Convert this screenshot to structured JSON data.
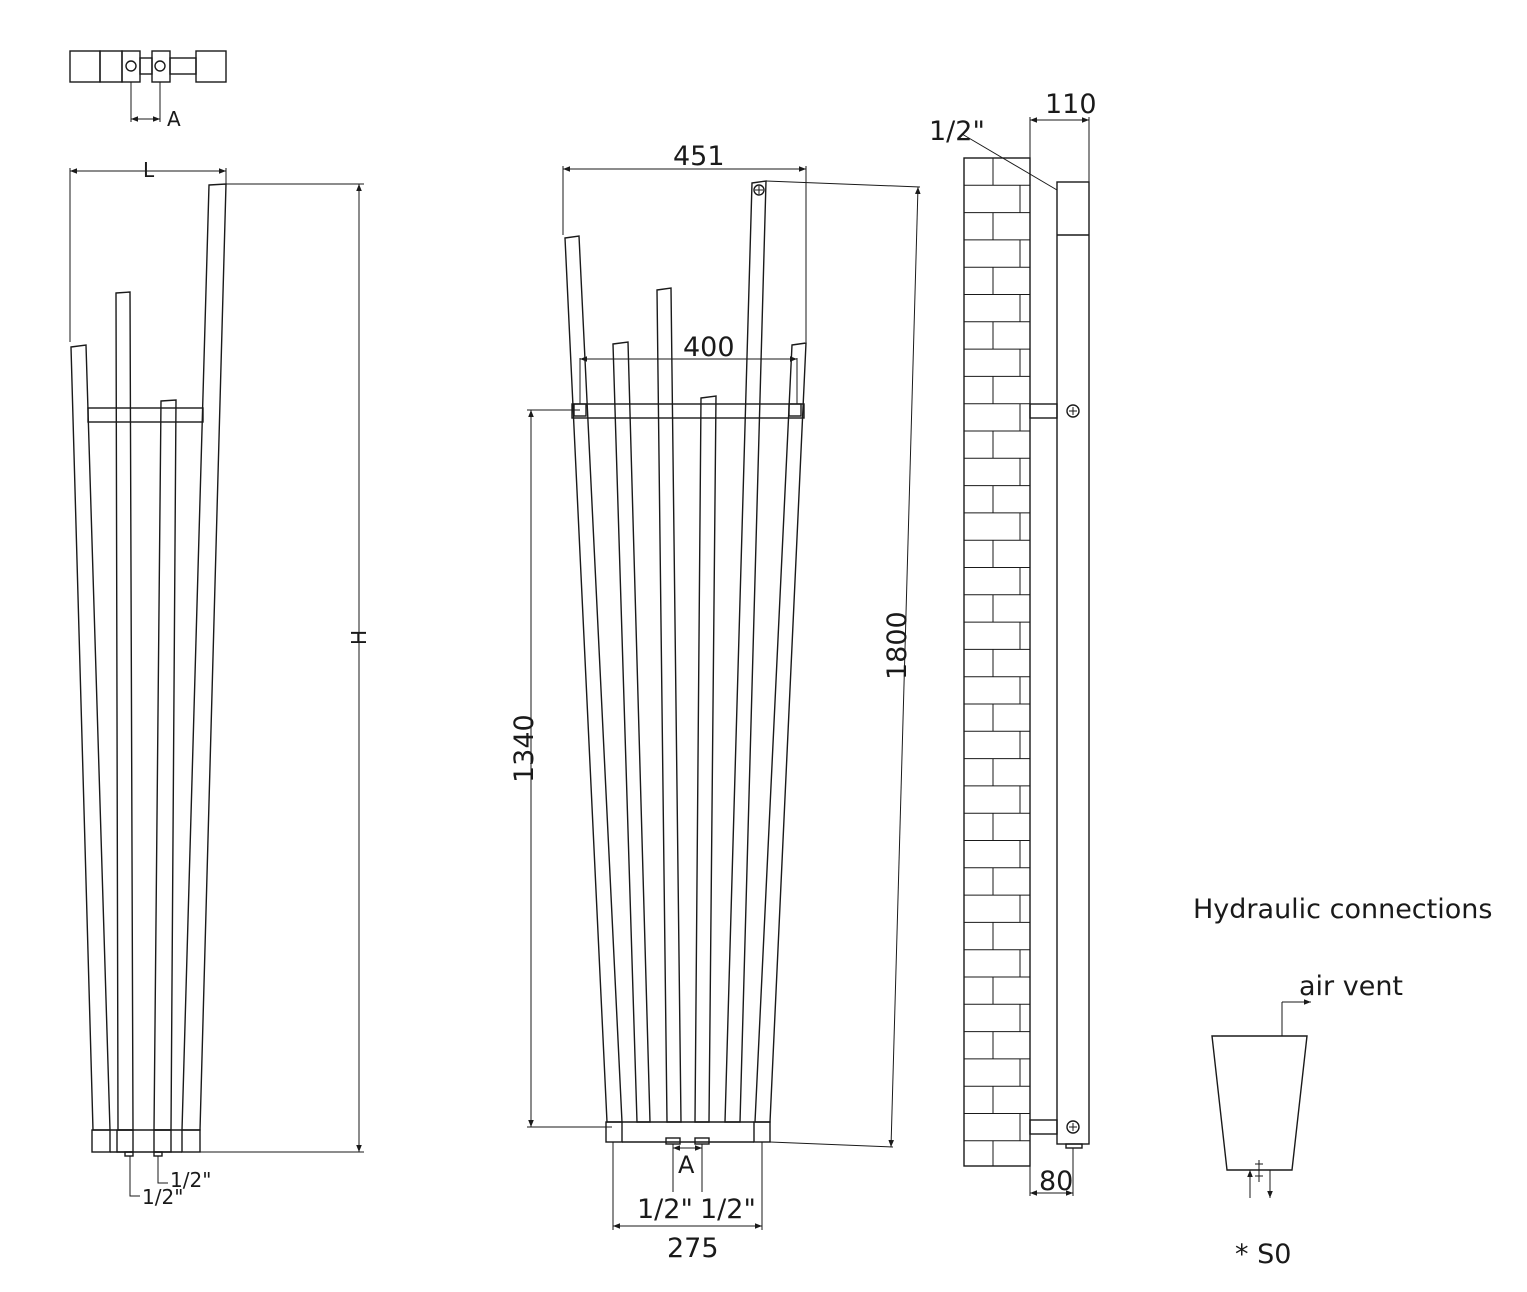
{
  "labels": {
    "top_view_a": "A",
    "left_width": "L",
    "left_height": "H",
    "left_conn_right": "1/2\"",
    "left_conn_left": "1/2\"",
    "front_width_top": "451",
    "front_width_bar": "400",
    "front_height": "1800",
    "front_axis_height": "1340",
    "front_a": "A",
    "front_conn_left": "1/2\"",
    "front_conn_right": "1/2\"",
    "front_base": "275",
    "side_conn": "1/2\"",
    "side_depth": "110",
    "side_wall": "80",
    "hydraulic_title": "Hydraulic connections",
    "air_vent": "air vent",
    "connection_code": "* S0"
  },
  "colors": {
    "line": "#1a1a1a",
    "background": "#ffffff"
  }
}
